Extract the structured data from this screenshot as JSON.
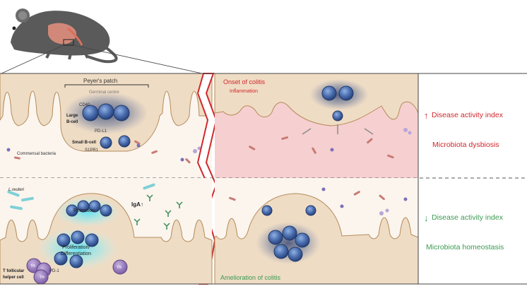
{
  "labels": {
    "peyers_patch": "Peyer's patch",
    "germinal_centre": "Germinal centre",
    "cd40": "CD40",
    "large_b_cell_line1": "Large",
    "large_b_cell_line2": "B-cell",
    "pd_l1": "PD-L1",
    "small_b_cell": "Small B-cell",
    "s1pr1": "S1PR1",
    "commensal_bacteria": "Commensal bacteria",
    "onset_of_colitis": "Onset of colitis",
    "inflammation": "Inflammation",
    "l_reuteri": "L.reuteri",
    "retention": "Retention",
    "iga": "IgA",
    "proliferation_line1": "Proliferation/",
    "proliferation_line2": "Differentiation",
    "tfh": "Tfh",
    "pd_1": "PD-1",
    "t_follicular_line1": "T follicular",
    "t_follicular_line2": "helper cell",
    "amelioration_of_colitis": "Amelioration of colitis"
  },
  "outcomes": {
    "top_index": "Disease activity index",
    "top_microbiota": "Microbiota dysbiosis",
    "bottom_index": "Disease activity index",
    "bottom_microbiota": "Microbiota homeostasis"
  },
  "colors": {
    "dysbiosis_red": "#d0282d",
    "homeostasis_green": "#3a9a52",
    "tissue_tan": "#efdcc4",
    "lumen_cream": "#fbf5ee",
    "inflamed_pink": "#f6cfd0",
    "b_cell_blue": "#3f5e9a",
    "tfh_purple": "#8d6fb0"
  },
  "icons": [
    "mouse-icon",
    "lightning-divider-icon",
    "up-arrow-icon",
    "down-arrow-icon"
  ]
}
